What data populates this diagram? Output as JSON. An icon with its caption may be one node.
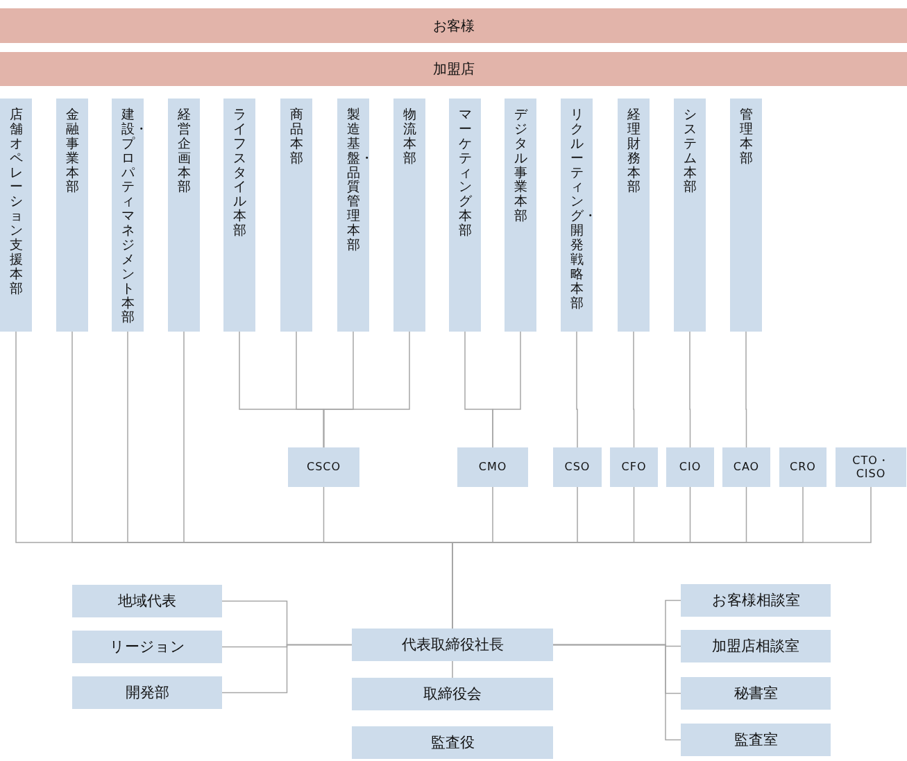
{
  "diagram": {
    "nodes": [
      {
        "text": [
          "お客様"
        ]
      },
      {
        "text": [
          "加盟店"
        ]
      },
      {
        "text": [
          "店舗オペレーション支援本部"
        ]
      },
      {
        "text": [
          "金融事業本部"
        ]
      },
      {
        "text": [
          "建設・プロパティマネジメント本部"
        ]
      },
      {
        "text": [
          "経営企画本部"
        ]
      },
      {
        "text": [
          "ライフスタイル本部"
        ]
      },
      {
        "text": [
          "商品本部"
        ]
      },
      {
        "text": [
          "製造基盤・品質管理本部"
        ]
      },
      {
        "text": [
          "物流本部"
        ]
      },
      {
        "text": [
          "マーケティング本部"
        ]
      },
      {
        "text": [
          "デジタル事業本部"
        ]
      },
      {
        "text": [
          "リクルーティング・開発戦略本部"
        ]
      },
      {
        "text": [
          "経理財務本部"
        ]
      },
      {
        "text": [
          "システム本部"
        ]
      },
      {
        "text": [
          "管理本部"
        ]
      },
      {
        "text": [
          "CSCO"
        ]
      },
      {
        "text": [
          "CMO"
        ]
      },
      {
        "text": [
          "CSO"
        ]
      },
      {
        "text": [
          "CFO"
        ]
      },
      {
        "text": [
          "CIO"
        ]
      },
      {
        "text": [
          "CAO"
        ]
      },
      {
        "text": [
          "CRO"
        ]
      },
      {
        "text": [
          "CTO・CISO"
        ]
      },
      {
        "text": [
          "地域代表"
        ]
      },
      {
        "text": [
          "リージョン"
        ]
      },
      {
        "text": [
          "開発部"
        ]
      },
      {
        "text": [
          "代表取締役社長"
        ]
      },
      {
        "text": [
          "取締役会"
        ]
      },
      {
        "text": [
          "監査役"
        ]
      },
      {
        "text": [
          "お客様相談室"
        ]
      },
      {
        "text": [
          "加盟店相談室"
        ]
      },
      {
        "text": [
          "秘書室"
        ]
      },
      {
        "text": [
          "監査室"
        ]
      }
    ],
    "edges": [
      {
        "from": 2,
        "to": 27,
        "arrow": "none"
      },
      {
        "from": 3,
        "to": 27,
        "arrow": "none"
      },
      {
        "from": 4,
        "to": 27,
        "arrow": "none"
      },
      {
        "from": 5,
        "to": 27,
        "arrow": "none"
      },
      {
        "from": 6,
        "to": 16,
        "arrow": "none"
      },
      {
        "from": 7,
        "to": 16,
        "arrow": "none"
      },
      {
        "from": 8,
        "to": 16,
        "arrow": "none"
      },
      {
        "from": 9,
        "to": 16,
        "arrow": "none"
      },
      {
        "from": 10,
        "to": 17,
        "arrow": "none"
      },
      {
        "from": 11,
        "to": 17,
        "arrow": "none"
      },
      {
        "from": 12,
        "to": 18,
        "arrow": "none"
      },
      {
        "from": 13,
        "to": 19,
        "arrow": "none"
      },
      {
        "from": 14,
        "to": 20,
        "arrow": "none"
      },
      {
        "from": 15,
        "to": 21,
        "arrow": "none"
      },
      {
        "from": 16,
        "to": 27,
        "arrow": "none"
      },
      {
        "from": 17,
        "to": 27,
        "arrow": "none"
      },
      {
        "from": 18,
        "to": 27,
        "arrow": "none"
      },
      {
        "from": 19,
        "to": 27,
        "arrow": "none"
      },
      {
        "from": 20,
        "to": 27,
        "arrow": "none"
      },
      {
        "from": 21,
        "to": 27,
        "arrow": "none"
      },
      {
        "from": 22,
        "to": 27,
        "arrow": "none"
      },
      {
        "from": 23,
        "to": 27,
        "arrow": "none"
      },
      {
        "from": 24,
        "to": 27,
        "arrow": "none"
      },
      {
        "from": 25,
        "to": 27,
        "arrow": "none"
      },
      {
        "from": 26,
        "to": 27,
        "arrow": "none"
      },
      {
        "from": 27,
        "to": 28,
        "arrow": "none"
      },
      {
        "from": 27,
        "to": 30,
        "arrow": "none"
      },
      {
        "from": 27,
        "to": 31,
        "arrow": "none"
      },
      {
        "from": 27,
        "to": 32,
        "arrow": "none"
      },
      {
        "from": 27,
        "to": 33,
        "arrow": "none"
      }
    ]
  }
}
